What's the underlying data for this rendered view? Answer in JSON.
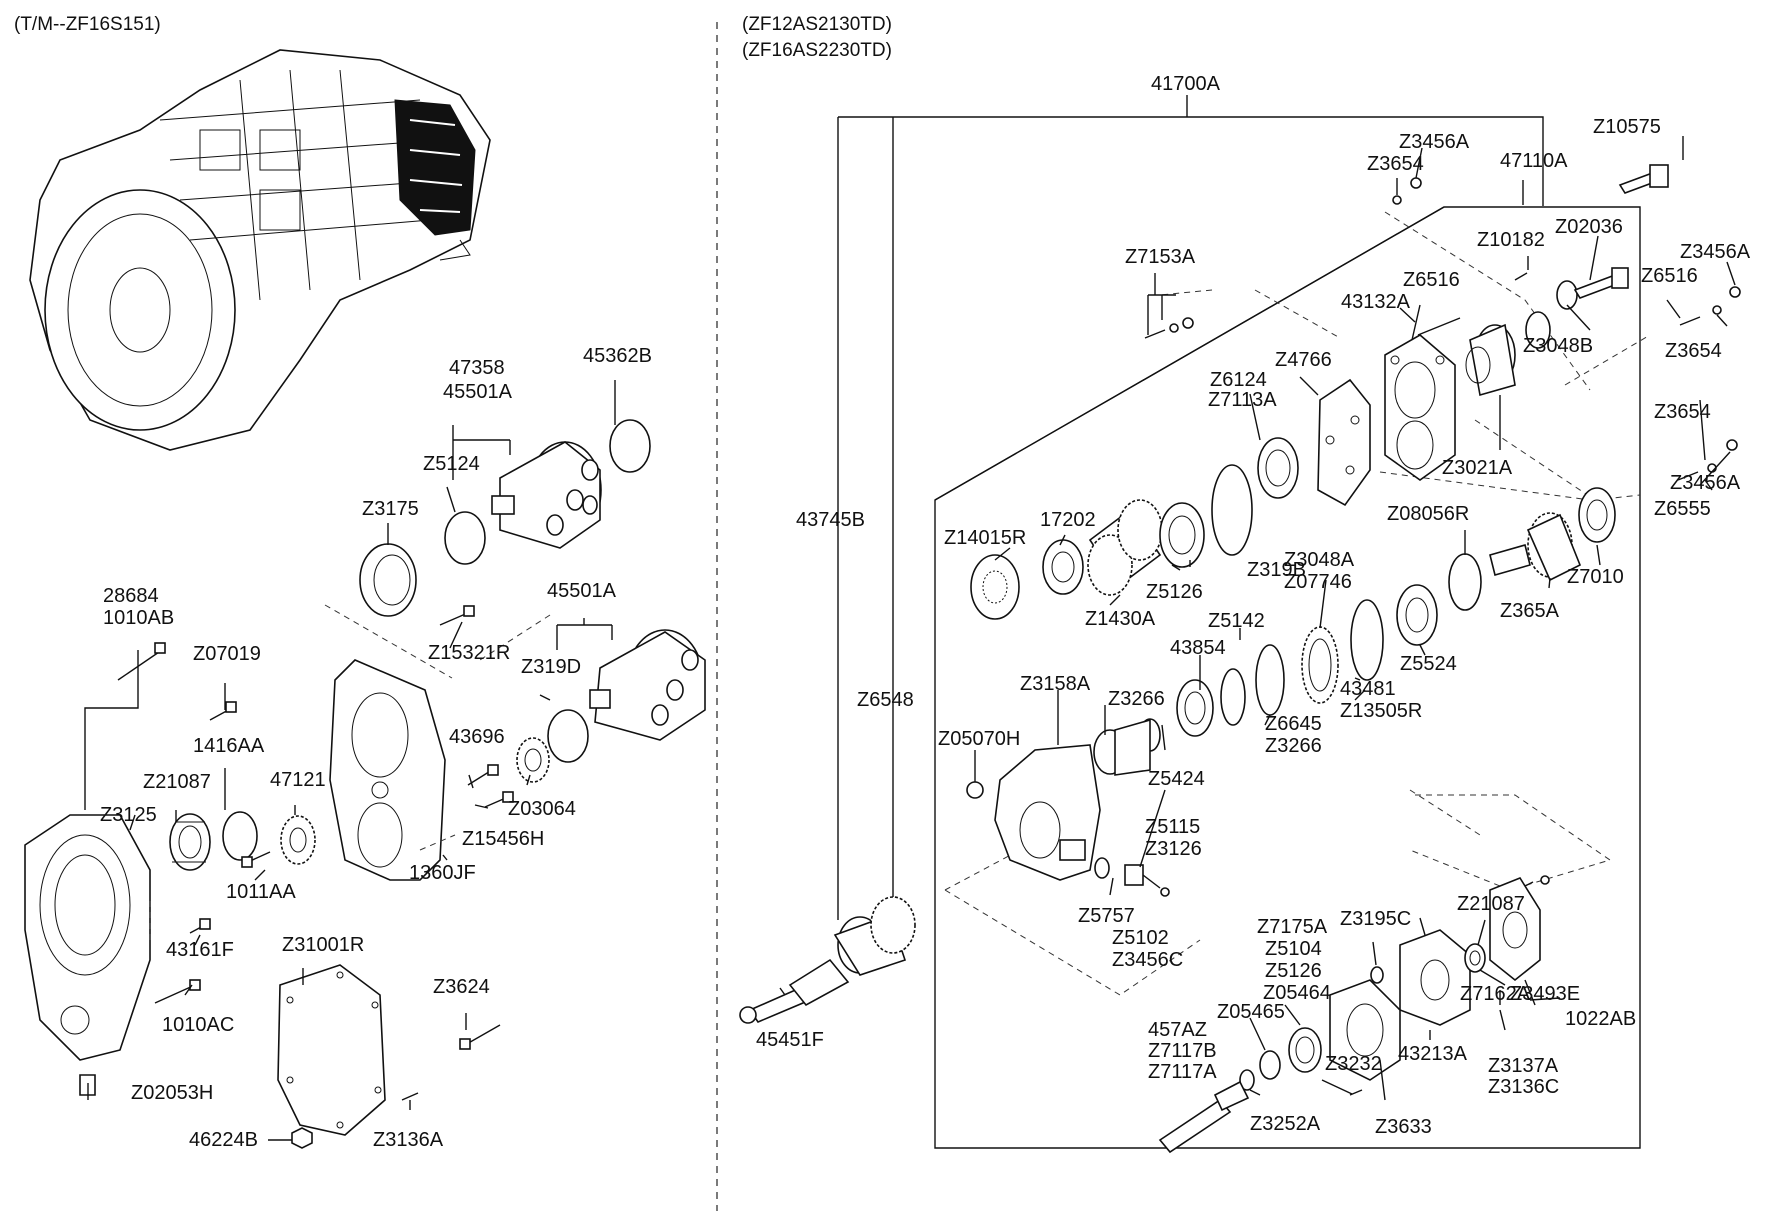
{
  "headers": {
    "left_model": "(T/M--ZF16S151)",
    "right_model_1": "(ZF12AS2130TD)",
    "right_model_2": "(ZF16AS2230TD)"
  },
  "labels": {
    "l_47358": "47358",
    "l_45501A_top": "45501A",
    "l_45362B": "45362B",
    "l_Z5124": "Z5124",
    "l_Z3175": "Z3175",
    "l_28684": "28684",
    "l_1010AB": "1010AB",
    "l_Z07019": "Z07019",
    "l_Z15321R": "Z15321R",
    "l_45501A_mid": "45501A",
    "l_Z319D": "Z319D",
    "l_1416AA": "1416AA",
    "l_43696": "43696",
    "l_Z21087_left": "Z21087",
    "l_47121": "47121",
    "l_Z03064": "Z03064",
    "l_Z3125": "Z3125",
    "l_Z15456H": "Z15456H",
    "l_1011AA": "1011AA",
    "l_1360JF": "1360JF",
    "l_43161F": "43161F",
    "l_Z31001R": "Z31001R",
    "l_Z3624": "Z3624",
    "l_1010AC": "1010AC",
    "l_Z02053H": "Z02053H",
    "l_46224B": "46224B",
    "l_Z3136A": "Z3136A",
    "l_41700A": "41700A",
    "l_Z3456A_top": "Z3456A",
    "l_Z10575": "Z10575",
    "l_Z3654_top": "Z3654",
    "l_47110A": "47110A",
    "l_Z10182": "Z10182",
    "l_Z02036": "Z02036",
    "l_Z7153A": "Z7153A",
    "l_Z6516_mid": "Z6516",
    "l_43132A": "43132A",
    "l_Z3456A_r1": "Z3456A",
    "l_Z6516_r": "Z6516",
    "l_Z3048B": "Z3048B",
    "l_Z3654_r1": "Z3654",
    "l_Z4766": "Z4766",
    "l_Z6124": "Z6124",
    "l_Z7113A": "Z7113A",
    "l_Z3654_r2": "Z3654",
    "l_Z3021A": "Z3021A",
    "l_Z3456A_r2": "Z3456A",
    "l_Z6555": "Z6555",
    "l_43745B": "43745B",
    "l_17202": "17202",
    "l_Z14015R": "Z14015R",
    "l_Z08056R": "Z08056R",
    "l_Z319B": "Z319B",
    "l_Z7010": "Z7010",
    "l_Z5126_a": "Z5126",
    "l_Z3048A": "Z3048A",
    "l_Z07746": "Z07746",
    "l_Z365A": "Z365A",
    "l_Z1430A": "Z1430A",
    "l_Z5142": "Z5142",
    "l_Z5524": "Z5524",
    "l_43854": "43854",
    "l_43481": "43481",
    "l_Z3158A": "Z3158A",
    "l_Z13505R": "Z13505R",
    "l_Z6548": "Z6548",
    "l_Z3266_a": "Z3266",
    "l_Z6645": "Z6645",
    "l_Z05070H": "Z05070H",
    "l_Z3266_b": "Z3266",
    "l_Z5424": "Z5424",
    "l_Z5115": "Z5115",
    "l_Z3126": "Z3126",
    "l_Z5757": "Z5757",
    "l_Z7175A": "Z7175A",
    "l_Z3195C": "Z3195C",
    "l_Z21087_right": "Z21087",
    "l_Z5102": "Z5102",
    "l_Z5104": "Z5104",
    "l_Z3456C": "Z3456C",
    "l_Z5126_b": "Z5126",
    "l_Z7162A": "Z7162A",
    "l_Z3493E": "Z3493E",
    "l_Z05464": "Z05464",
    "l_1022AB": "1022AB",
    "l_457AZ": "457AZ",
    "l_Z05465": "Z05465",
    "l_Z7117B": "Z7117B",
    "l_43213A": "43213A",
    "l_Z3137A": "Z3137A",
    "l_Z7117A": "Z7117A",
    "l_Z3232": "Z3232",
    "l_Z3136C": "Z3136C",
    "l_45451F": "45451F",
    "l_Z3252A": "Z3252A",
    "l_Z3633": "Z3633"
  },
  "icons": {
    "transmission": "transmission-housing-icon",
    "pump": "hydraulic-pump-icon",
    "cover": "pto-cover-icon",
    "gear": "gear-icon",
    "bearing": "bearing-icon",
    "seal": "o-ring-icon",
    "bolt": "bolt-icon",
    "gasket": "gasket-icon",
    "shaft": "shaft-icon"
  }
}
